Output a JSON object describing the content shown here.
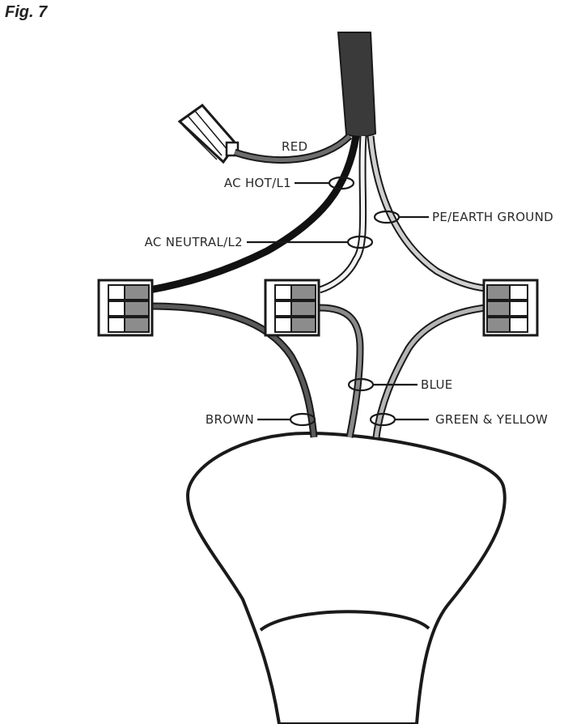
{
  "figure": {
    "title": "Fig. 7"
  },
  "labels": {
    "red": "RED",
    "ac_hot": "AC HOT/L1",
    "pe_ground": "PE/EARTH GROUND",
    "ac_neutral": "AC NEUTRAL/L2",
    "blue": "BLUE",
    "brown": "BROWN",
    "green_yellow": "GREEN & YELLOW"
  }
}
